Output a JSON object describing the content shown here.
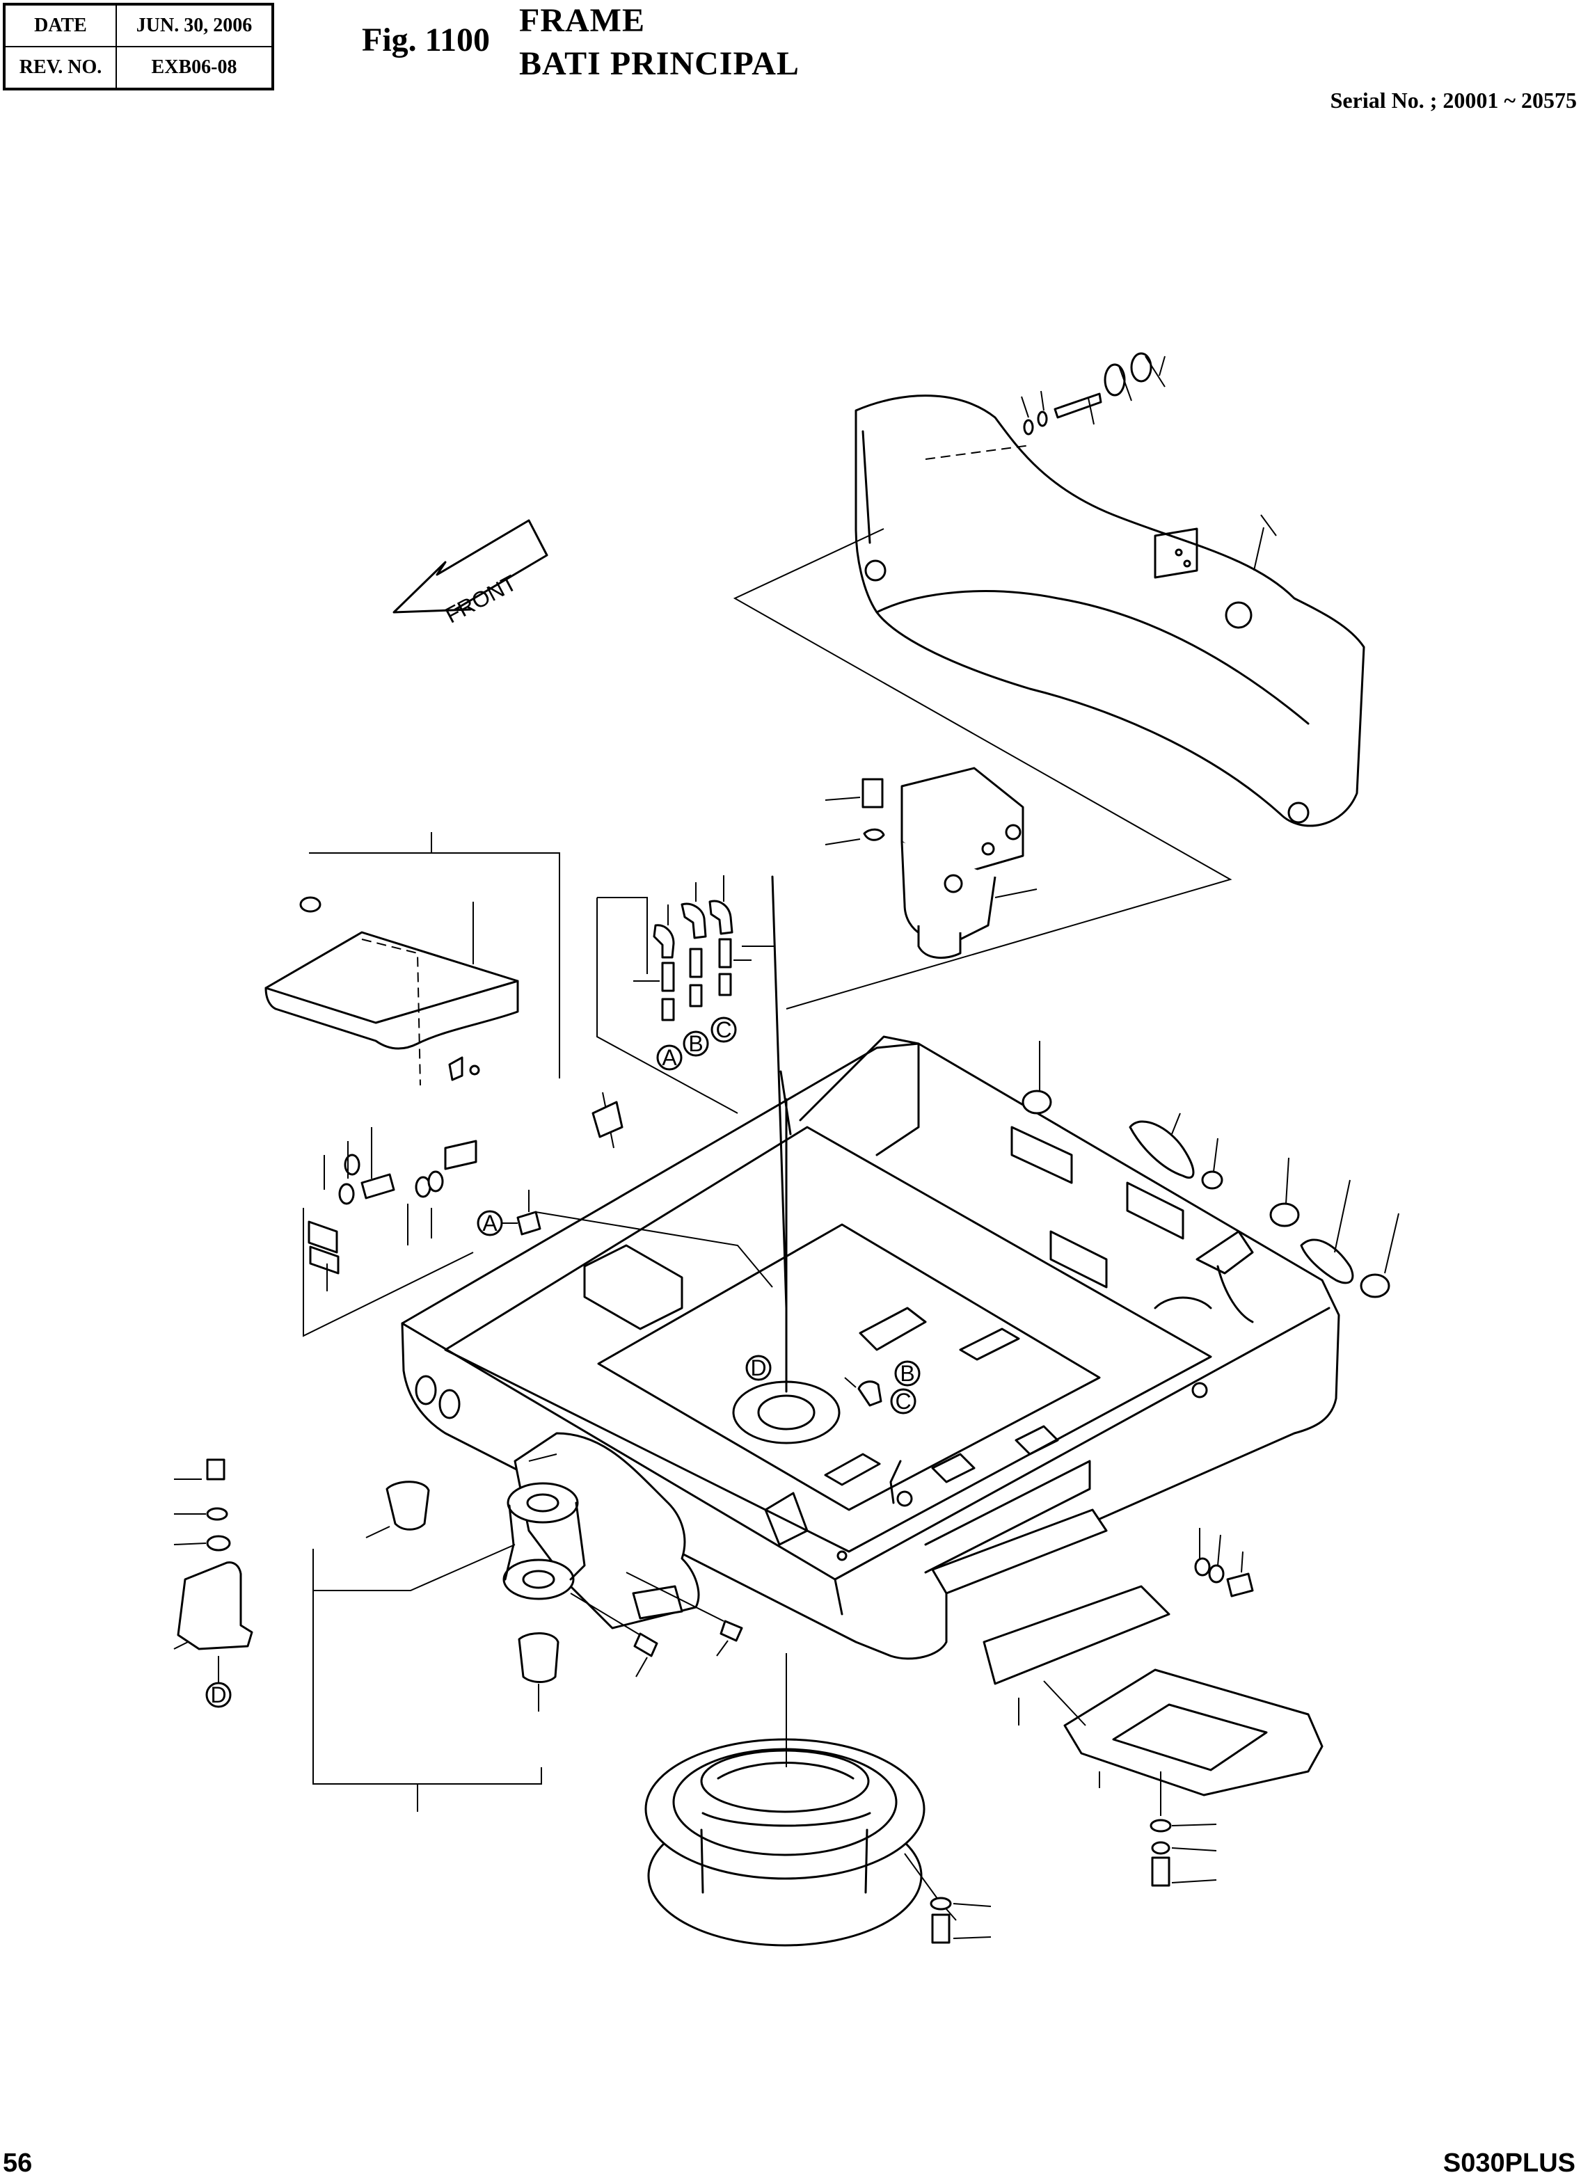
{
  "header": {
    "date_label": "DATE",
    "date_value": "JUN. 30, 2006",
    "rev_label": "REV. NO.",
    "rev_value": "EXB06-08",
    "fig_number": "Fig. 1100",
    "title_en": "FRAME",
    "title_fr": "BATI PRINCIPAL",
    "serial": "Serial No. ; 20001 ~ 20575"
  },
  "drawing": {
    "front_arrow_text": "FRONT",
    "callouts": {
      "a1": "A",
      "a2": "A",
      "b1": "B",
      "b2": "B",
      "c1": "C",
      "c2": "C",
      "d1": "D",
      "d2": "D"
    }
  },
  "footer": {
    "page_number": "56",
    "model": "S030PLUS"
  }
}
